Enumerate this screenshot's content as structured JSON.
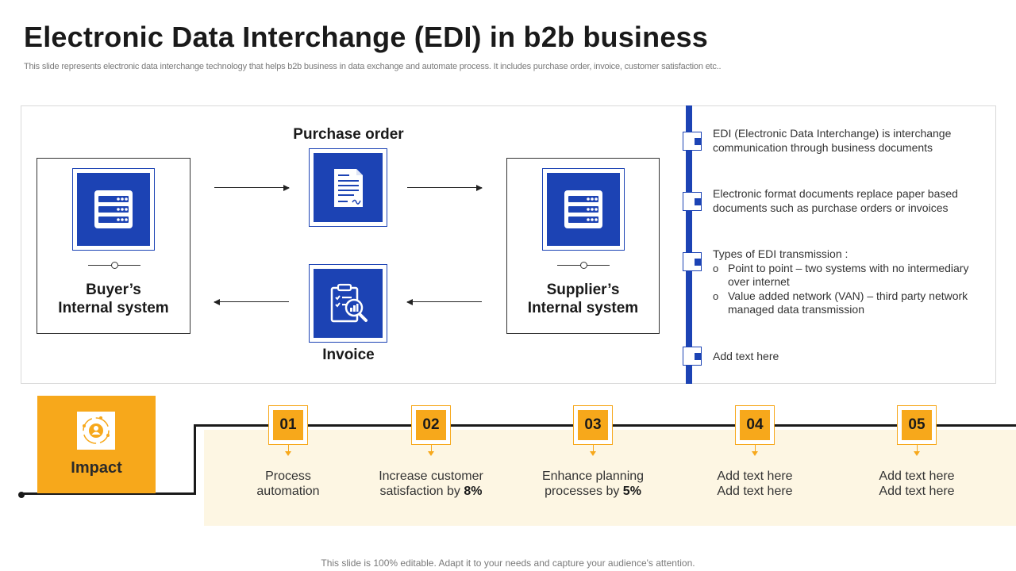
{
  "header": {
    "title": "Electronic Data Interchange (EDI) in b2b business",
    "subtitle": "This slide represents electronic data interchange technology that helps b2b business in data exchange and automate process. It includes purchase order, invoice, customer satisfaction etc.."
  },
  "diagram": {
    "buyer": {
      "line1": "Buyer’s",
      "line2": "Internal system",
      "icon": "server-icon"
    },
    "supplier": {
      "line1": "Supplier’s",
      "line2": "Internal system",
      "icon": "server-icon"
    },
    "purchase_order": {
      "label": "Purchase order",
      "icon": "document-icon"
    },
    "invoice": {
      "label": "Invoice",
      "icon": "clipboard-chart-search-icon"
    }
  },
  "points": [
    {
      "line1": "EDI (Electronic Data Interchange) is interchange",
      "line2": "communication through business documents"
    },
    {
      "line1": "Electronic format documents replace paper based",
      "line2": "documents such as purchase orders or invoices"
    },
    {
      "heading": "Types of EDI transmission :",
      "subs": [
        {
          "bullet": "o",
          "line1": "Point to point – two systems with no intermediary",
          "line2": "over internet"
        },
        {
          "bullet": "o",
          "line1": "Value added network (VAN) – third party network",
          "line2": "managed data transmission"
        }
      ]
    },
    {
      "line1": "Add text here"
    }
  ],
  "impact": {
    "label": "Impact",
    "icon": "impact-icon"
  },
  "steps": [
    {
      "num": "01",
      "line1": "Process",
      "line2": "automation",
      "bold": ""
    },
    {
      "num": "02",
      "line1": "Increase customer",
      "line2": "satisfaction by ",
      "bold": "8%"
    },
    {
      "num": "03",
      "line1": "Enhance planning",
      "line2": "processes by ",
      "bold": "5%"
    },
    {
      "num": "04",
      "line1": "Add text here",
      "line2": "Add text here",
      "bold": ""
    },
    {
      "num": "05",
      "line1": "Add text here",
      "line2": "Add text here",
      "bold": ""
    }
  ],
  "colors": {
    "blue": "#1c43b4",
    "orange": "#f7a81b",
    "band": "#fdf6e3"
  },
  "footer": "This slide is 100% editable. Adapt it to your needs and capture your audience's attention."
}
